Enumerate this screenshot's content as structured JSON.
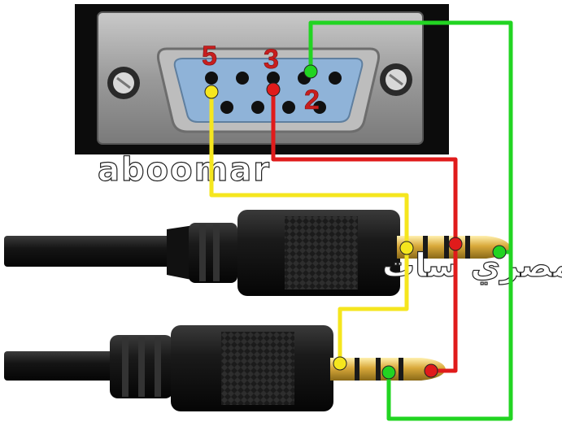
{
  "connector": {
    "pin_labels": [
      {
        "id": "pin5",
        "text": "5"
      },
      {
        "id": "pin3",
        "text": "3"
      },
      {
        "id": "pin2",
        "text": "2"
      }
    ]
  },
  "watermark": {
    "line1": "aboomar",
    "line2": "منتدي مصري سات"
  },
  "wire_colors": {
    "pin5": "#f5e61e",
    "pin3": "#e01b1b",
    "pin2": "#22d422"
  }
}
